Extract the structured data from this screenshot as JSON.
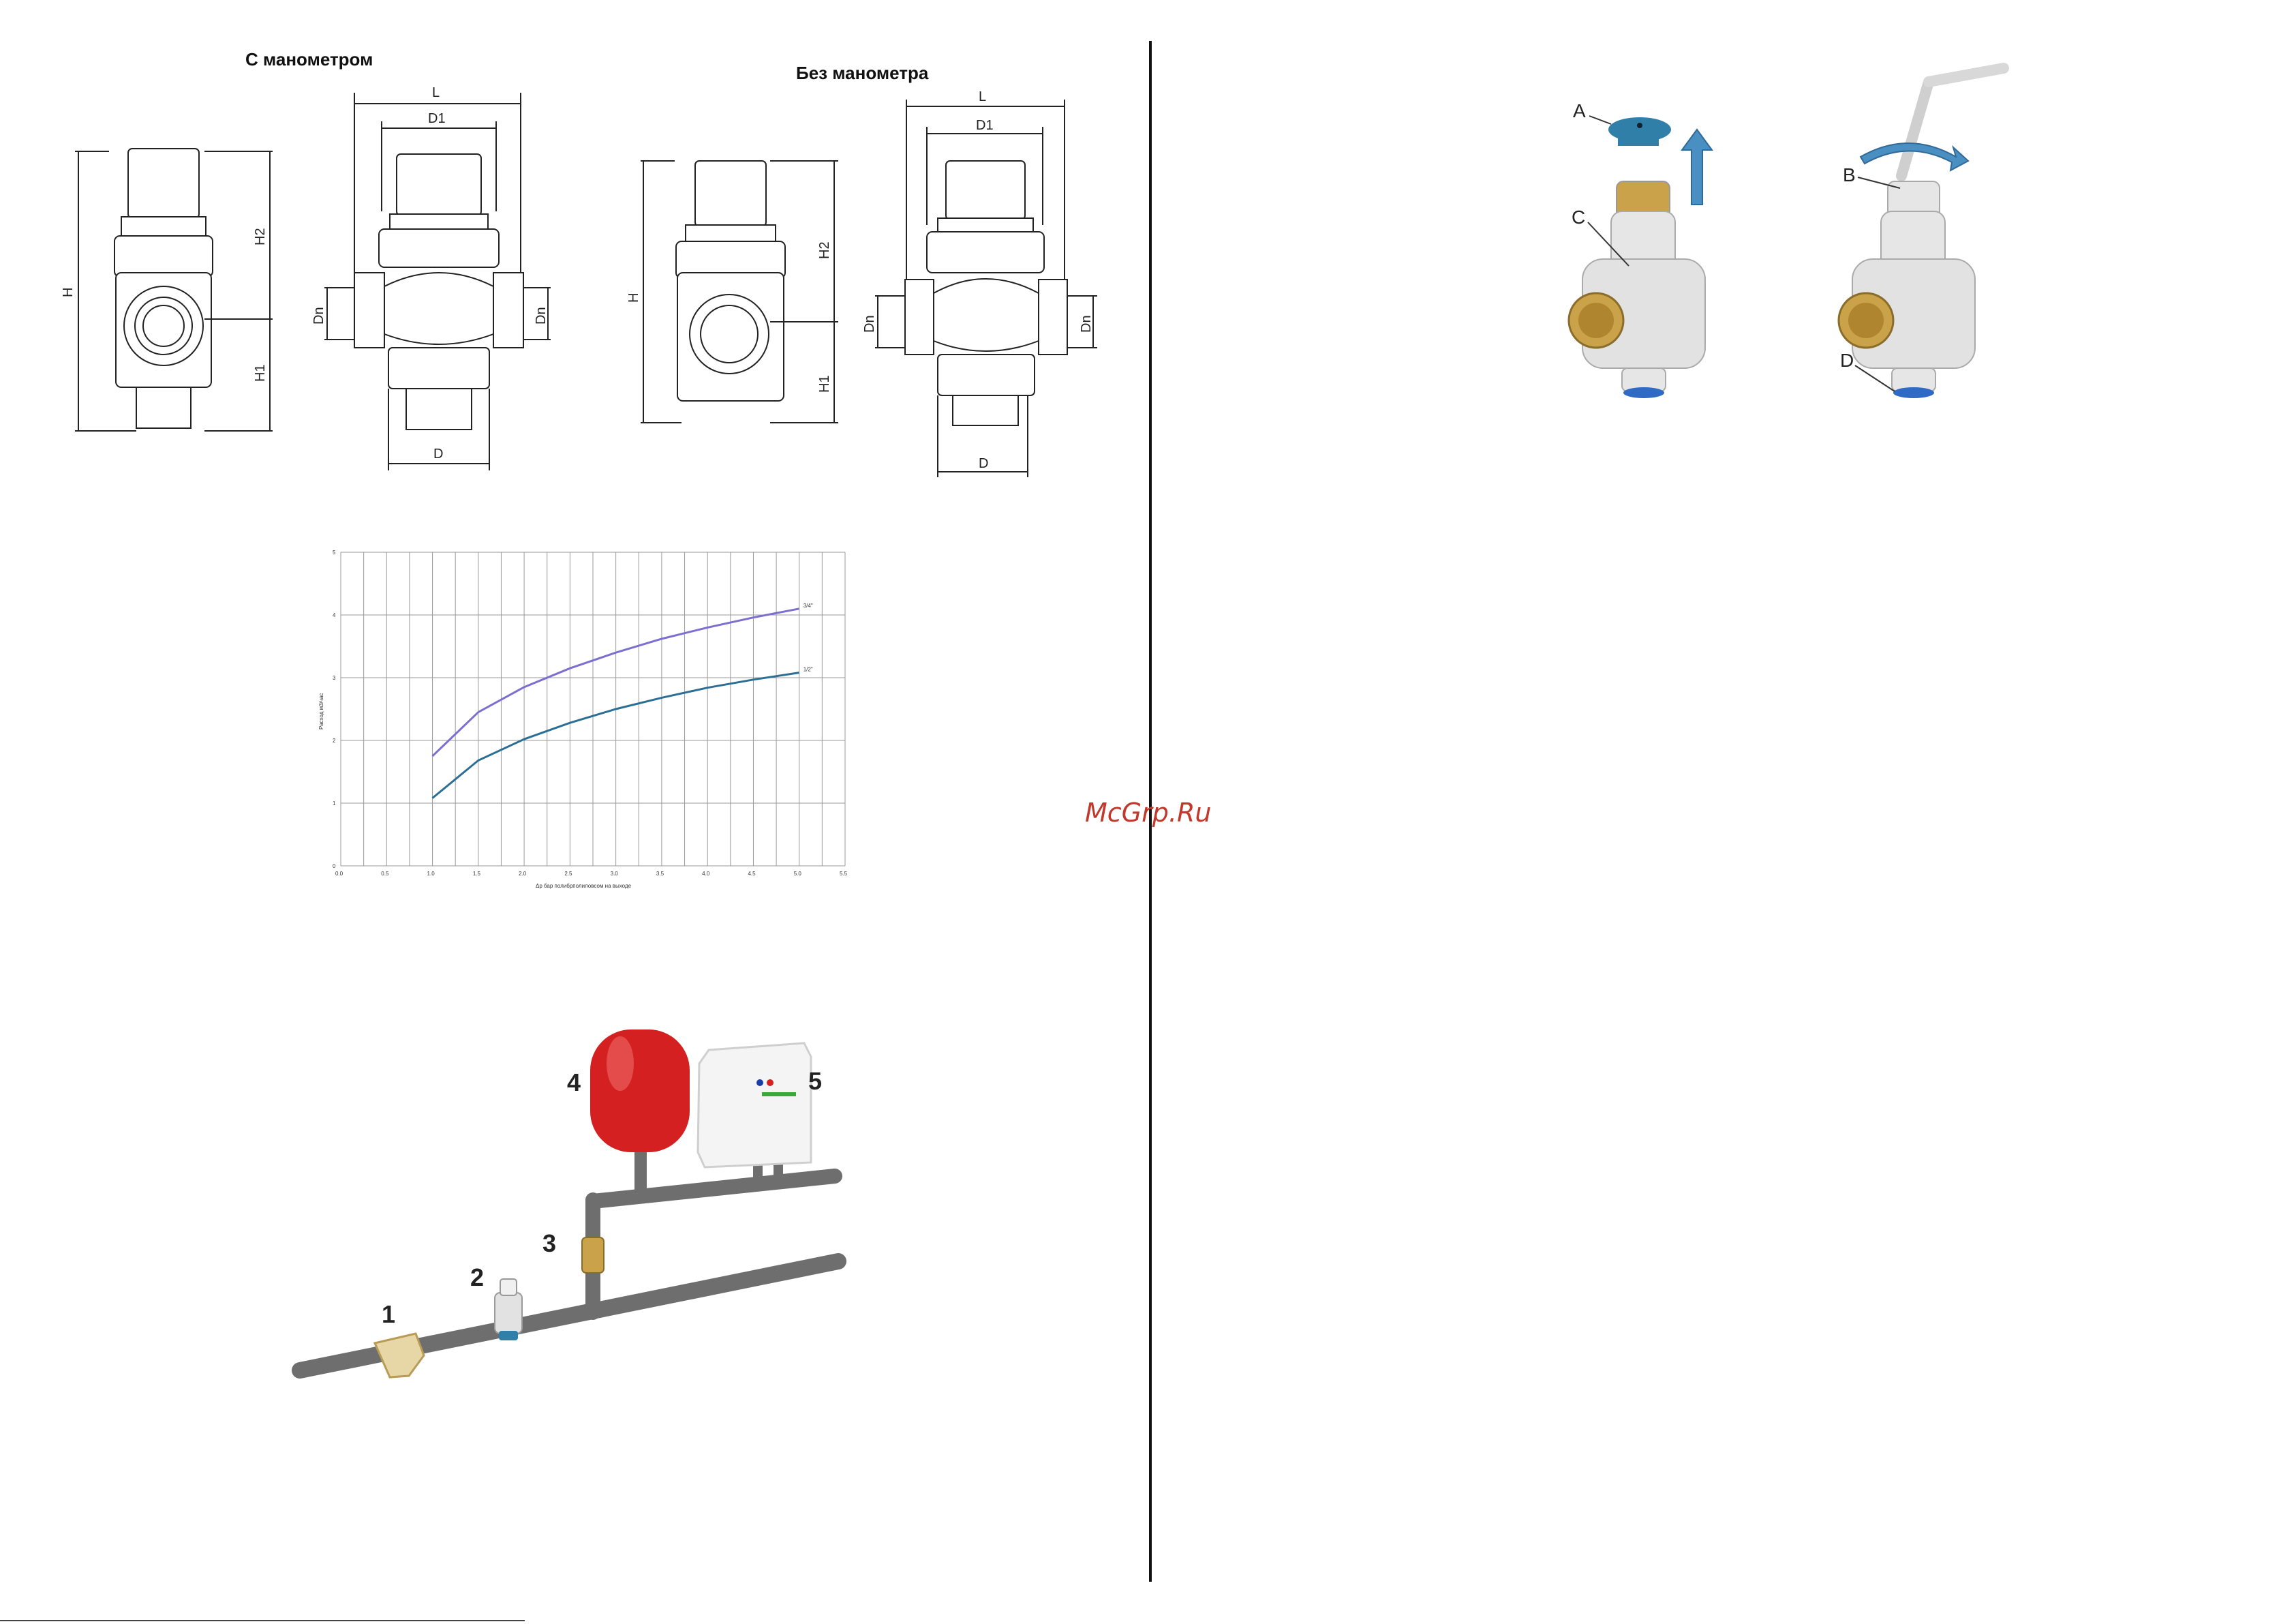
{
  "dimensions": {
    "with_gauge_title": "С манометром",
    "without_gauge_title": "Без манометра",
    "labels": {
      "L": "L",
      "D1": "D1",
      "H": "H",
      "H1": "H1",
      "H2": "H2",
      "Dn": "Dn",
      "D": "D"
    }
  },
  "chart_data": {
    "type": "line",
    "title": "",
    "xlabel": "Δp бар полибрполиловсом на выходе",
    "ylabel": "Расход м3/час",
    "xlim": [
      0,
      5.5
    ],
    "ylim": [
      0,
      5
    ],
    "x_ticks": [
      "0.0",
      "0.5",
      "1.0",
      "1.5",
      "2.0",
      "2.5",
      "3.0",
      "3.5",
      "4.0",
      "4.5",
      "5.0",
      "5.5"
    ],
    "y_ticks": [
      "0",
      "1",
      "2",
      "3",
      "4",
      "5"
    ],
    "grid": true,
    "series": [
      {
        "name": "3/4\"",
        "color": "#7b6fd0",
        "x": [
          1.0,
          1.5,
          2.0,
          2.5,
          3.0,
          3.5,
          4.0,
          4.5,
          5.0
        ],
        "y": [
          1.75,
          2.45,
          2.85,
          3.15,
          3.4,
          3.62,
          3.8,
          3.96,
          4.1
        ]
      },
      {
        "name": "1/2\"",
        "color": "#2c6f95",
        "x": [
          1.0,
          1.5,
          2.0,
          2.5,
          3.0,
          3.5,
          4.0,
          4.5,
          5.0
        ],
        "y": [
          1.08,
          1.68,
          2.02,
          2.28,
          2.5,
          2.68,
          2.84,
          2.97,
          3.08
        ]
      }
    ]
  },
  "install": {
    "labels": [
      "1",
      "2",
      "3",
      "4",
      "5"
    ]
  },
  "adjust": {
    "labels": [
      "A",
      "B",
      "C",
      "D"
    ]
  },
  "watermark": "McGrp.Ru",
  "colors": {
    "divider": "#111111",
    "valve": "#e8e8e8",
    "brass": "#c9a24a",
    "cap": "#2f7fa8",
    "tank": "#d42020",
    "pipe": "#777777"
  }
}
